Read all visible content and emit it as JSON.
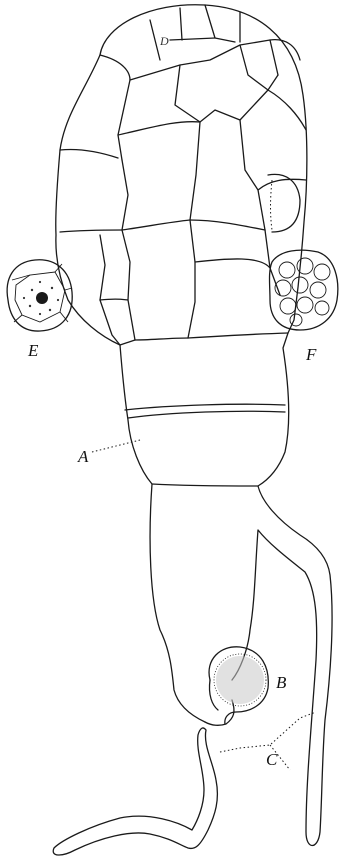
{
  "labels": {
    "top": "D",
    "a": "A",
    "b": "B",
    "c": "C",
    "e": "E",
    "f": "F"
  }
}
